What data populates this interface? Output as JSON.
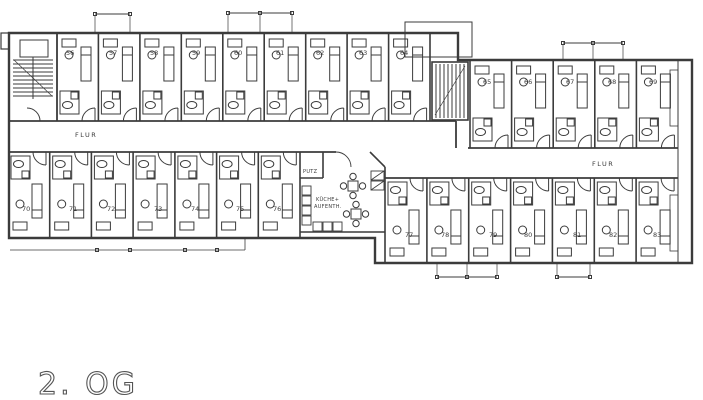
{
  "floor_title": "2. OG",
  "corridors": {
    "left_label": "FLUR",
    "right_label": "FLUR"
  },
  "utility_room_label": "PUTZ",
  "kitchen": {
    "label_line1": "KÜCHE+",
    "label_line2": "AUFENTH."
  },
  "rooms": {
    "top_left": [
      "56",
      "57",
      "58",
      "59",
      "60",
      "61",
      "62",
      "63",
      "64"
    ],
    "top_right": [
      "65",
      "66",
      "67",
      "68",
      "69"
    ],
    "bottom_left": [
      "70",
      "71",
      "72",
      "73",
      "74",
      "75",
      "76"
    ],
    "bottom_right": [
      "77",
      "78",
      "79",
      "80",
      "81",
      "82",
      "83"
    ]
  },
  "colors": {
    "ink": "#3b3b3b",
    "paper": "#ffffff"
  }
}
